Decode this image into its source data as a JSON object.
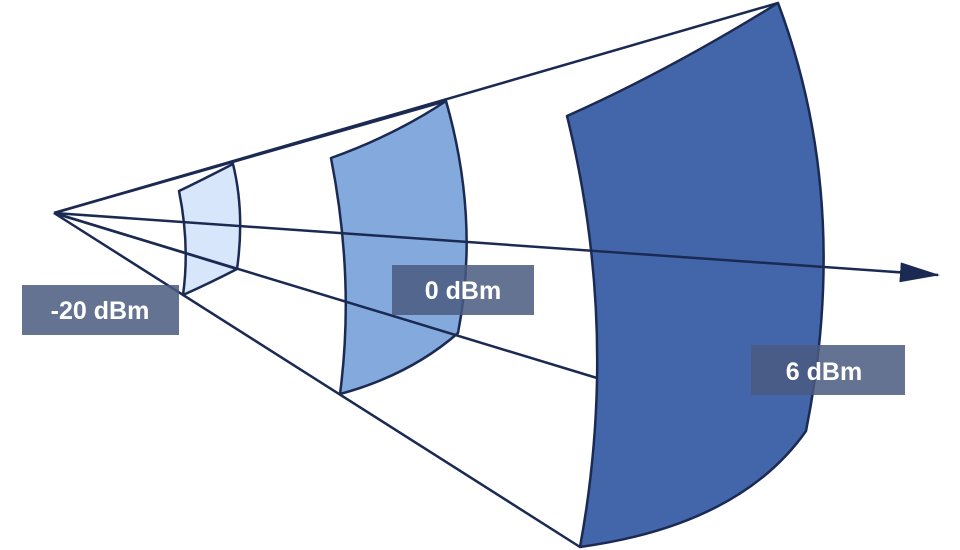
{
  "colors": {
    "background": "#ffffff",
    "line": "#1b2a52",
    "zone_low": "#d8e6fb",
    "zone_mid": "#84a9dc",
    "zone_high": "#4366ab",
    "label_bg": "#4a5a80"
  },
  "zones": [
    {
      "label": "-20 dBm"
    },
    {
      "label": "0 dBm"
    },
    {
      "label": "6 dBm"
    }
  ],
  "axis": {
    "arrow": true
  }
}
